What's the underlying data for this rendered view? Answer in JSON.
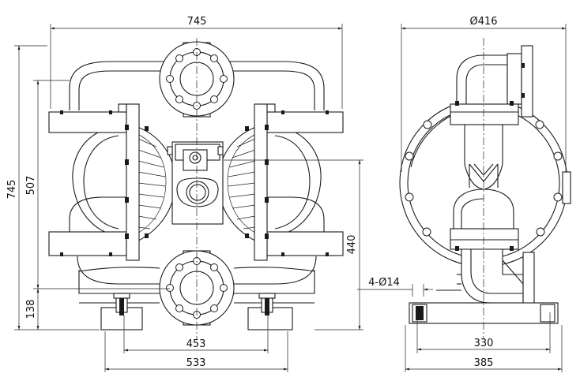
{
  "dimensions": {
    "front_width": "745",
    "front_height_total": "745",
    "front_height_upper": "507",
    "front_base_height": "138",
    "front_side_height": "440",
    "front_bolt_spacing": "453",
    "front_base_width": "533",
    "side_diameter": "Ø416",
    "side_holes": "4-Ø14",
    "side_bolt_spacing": "330",
    "side_base_width": "385"
  }
}
